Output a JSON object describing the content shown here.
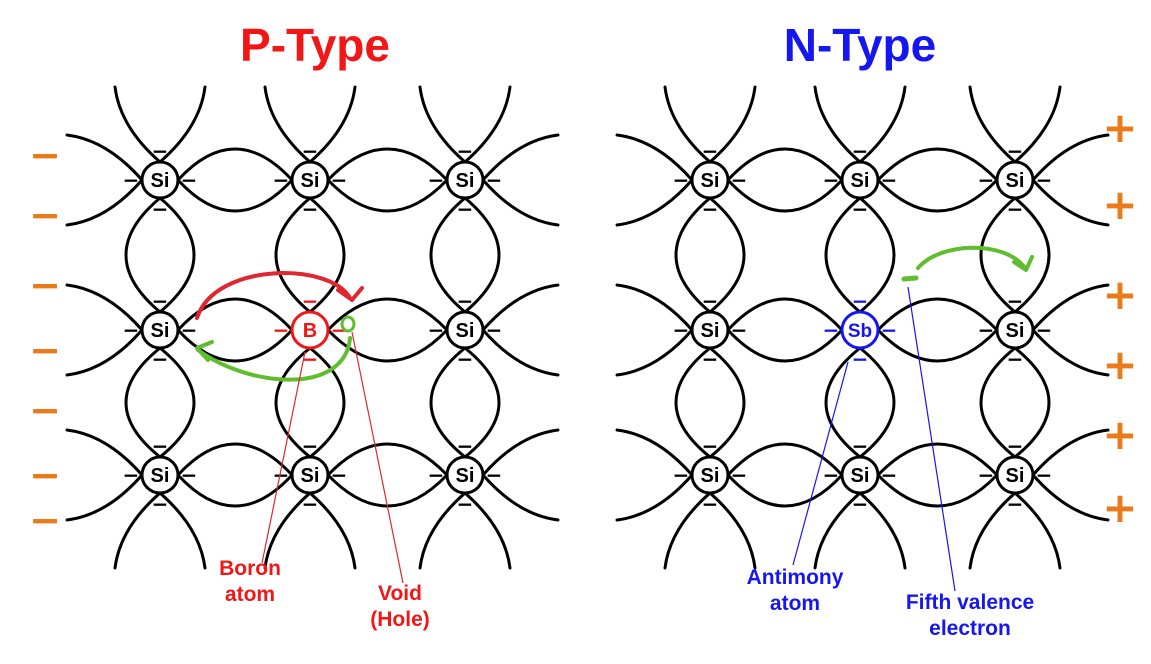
{
  "p_type": {
    "title": "P-Type",
    "title_color": "#f21616",
    "grid": [
      [
        "Si",
        "Si",
        "Si"
      ],
      [
        "Si",
        "B",
        "Si"
      ],
      [
        "Si",
        "Si",
        "Si"
      ]
    ],
    "dopant_label": "Boron\natom",
    "hole_label": "Void\n(Hole)",
    "accent": "#f21616",
    "hole_color": "#5fbd2f"
  },
  "n_type": {
    "title": "N-Type",
    "title_color": "#1616f0",
    "grid": [
      [
        "Si",
        "Si",
        "Si"
      ],
      [
        "Si",
        "Sb",
        "Si"
      ],
      [
        "Si",
        "Si",
        "Si"
      ]
    ],
    "dopant_label": "Antimony\natom",
    "electron_label": "Fifth valence\nelectron",
    "accent": "#1616f0",
    "electron_color": "#5fbd2f"
  },
  "side_charges": {
    "left": [
      "−",
      "−",
      "−",
      "−",
      "−",
      "−",
      "−"
    ],
    "right": [
      "+",
      "+",
      "+",
      "+",
      "+",
      "+"
    ],
    "color": "#ea7a1a"
  },
  "electron_symbol": "−",
  "colors": {
    "lattice": "#000000",
    "arrow_green": "#5fbd2f",
    "arrow_red": "#e0262e"
  }
}
